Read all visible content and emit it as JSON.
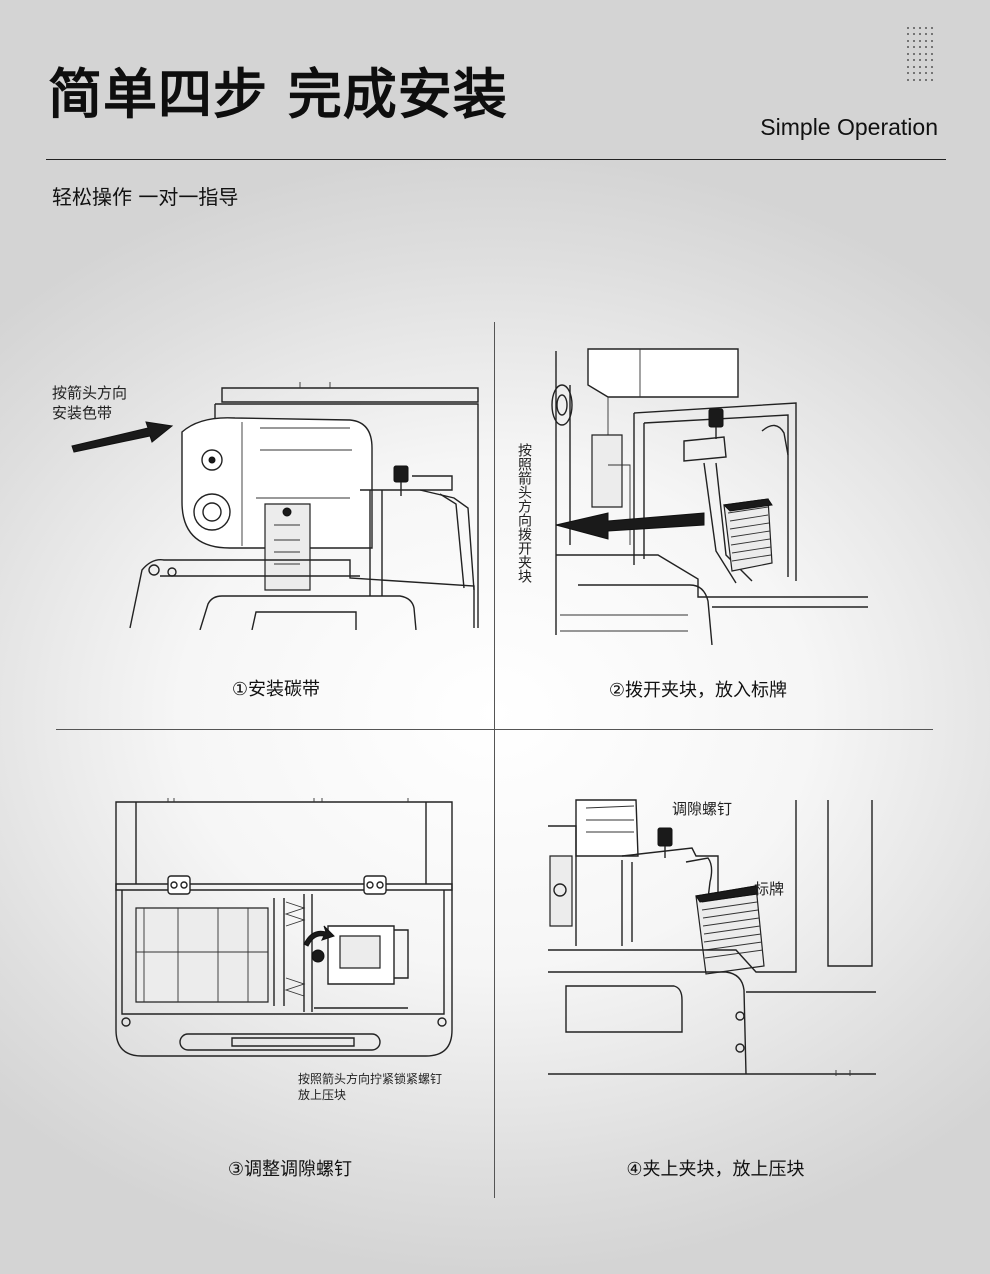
{
  "header": {
    "title": "简单四步 完成安装",
    "subtitle_en": "Simple Operation",
    "intro": "轻松操作 一对一指导"
  },
  "steps": [
    {
      "caption": "①安装碳带",
      "annotation": "按箭头方向\n安装色带"
    },
    {
      "caption": "②拨开夹块，放入标牌",
      "annotation": "按照箭头方向拨开夹块"
    },
    {
      "caption": "③调整调隙螺钉",
      "annotation": "按照箭头方向拧紧锁紧螺钉\n放上压块"
    },
    {
      "caption": "④夹上夹块，放上压块",
      "label_screw": "调隙螺钉",
      "label_tag": "标牌"
    }
  ]
}
